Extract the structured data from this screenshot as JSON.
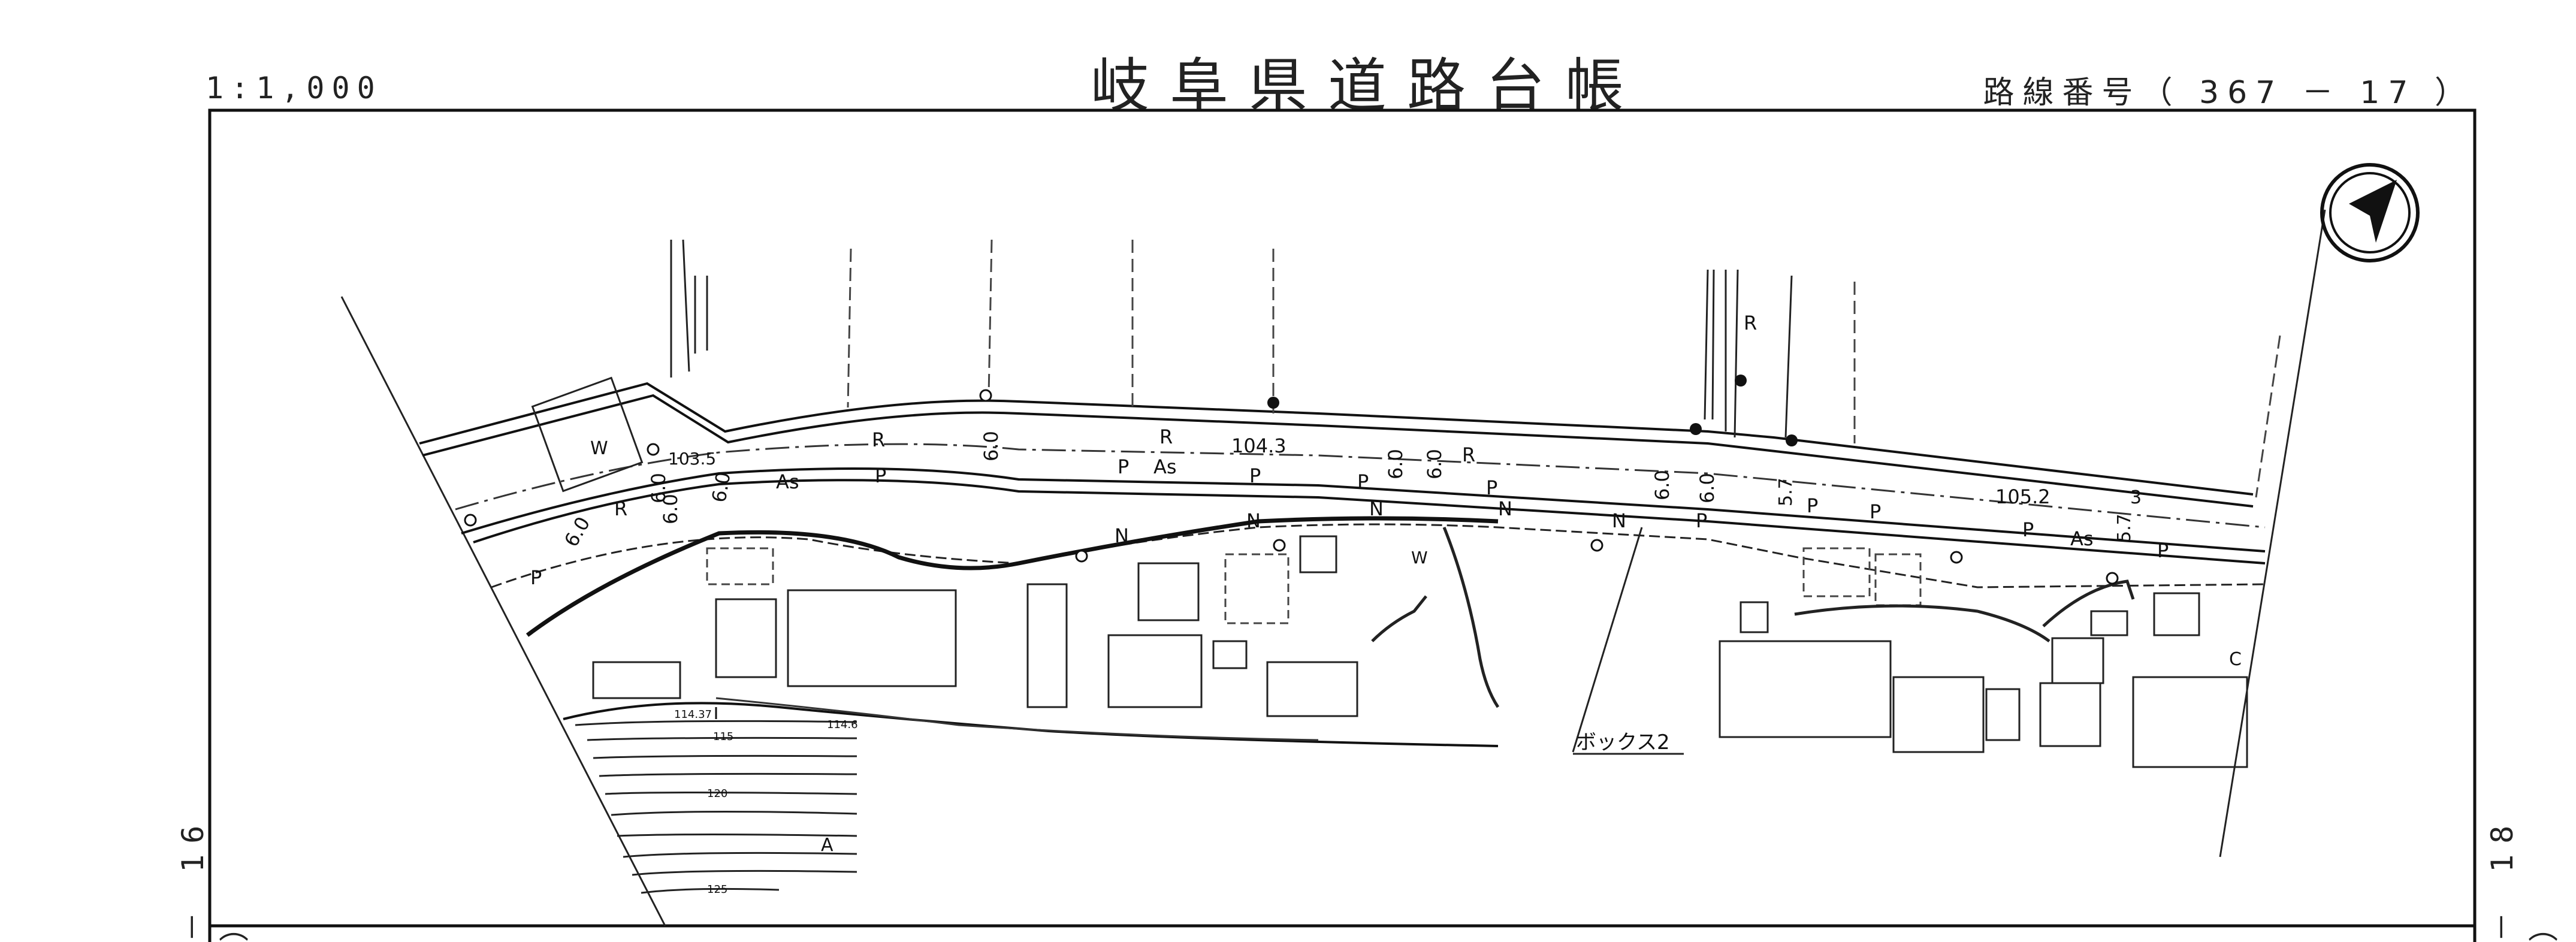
{
  "header": {
    "scale": "1:1,000",
    "title": "岐阜県道路台帳",
    "route_label": "路線番号（ 367 － 17 ）"
  },
  "side_refs": {
    "left": "－ 16 ）",
    "right": "－ 18 ）"
  },
  "map": {
    "annotations": {
      "elevations": [
        "103.5",
        "104.3",
        "105.2",
        "114.37",
        "114.6"
      ],
      "contours": [
        "115",
        "120",
        "125"
      ],
      "widths": [
        "6.0",
        "6.0",
        "6.0",
        "6.0",
        "6.0",
        "6.0",
        "6.0",
        "6.0",
        "6.0",
        "5.7",
        "5.7"
      ],
      "road_codes": [
        "R",
        "R",
        "R",
        "R",
        "R",
        "As",
        "As",
        "As",
        "P",
        "P",
        "P",
        "P",
        "P",
        "P",
        "P",
        "P",
        "P",
        "P",
        "P",
        "N",
        "N",
        "N",
        "N",
        "N"
      ],
      "box_culvert": "ボックス2",
      "small_marks": [
        "W",
        "W",
        "3",
        "C",
        "A"
      ]
    },
    "north_arrow": "north-arrow"
  }
}
